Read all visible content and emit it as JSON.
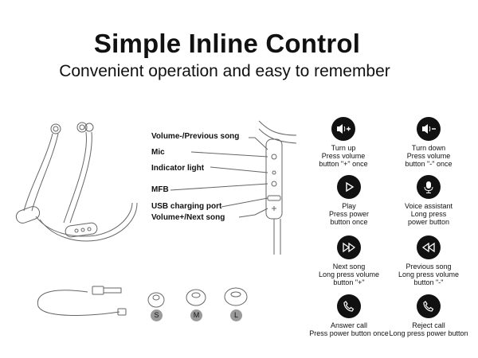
{
  "header": {
    "title": "Simple Inline Control",
    "subtitle": "Convenient operation and easy to remember"
  },
  "callouts": [
    "Volume-/Previous song",
    "Mic",
    "Indicator light",
    "MFB",
    "USB charging port",
    "Volume+/Next song"
  ],
  "controls": [
    {
      "icon": "volume-up-icon",
      "lines": [
        "Turn up",
        "Press volume",
        "button \"+\" once"
      ]
    },
    {
      "icon": "volume-down-icon",
      "lines": [
        "Turn down",
        "Press volume",
        "button \"-\" once"
      ]
    },
    {
      "icon": "play-icon",
      "lines": [
        "Play",
        "Press power",
        "button once"
      ]
    },
    {
      "icon": "microphone-icon",
      "lines": [
        "Voice assistant",
        "Long press",
        "power button"
      ]
    },
    {
      "icon": "next-track-icon",
      "lines": [
        "Next song",
        "Long press volume",
        "button \"+\""
      ]
    },
    {
      "icon": "previous-track-icon",
      "lines": [
        "Previous song",
        "Long press volume",
        "button \"-\""
      ]
    },
    {
      "icon": "answer-call-icon",
      "lines": [
        "Answer call",
        "Press power button once"
      ]
    },
    {
      "icon": "reject-call-icon",
      "lines": [
        "Reject call",
        "Long press power button"
      ]
    }
  ],
  "ear_tip_sizes": [
    "S",
    "M",
    "L"
  ],
  "colors": {
    "icon_circle": "#111111",
    "line_art": "#666666",
    "badge": "#9a9a9a"
  }
}
